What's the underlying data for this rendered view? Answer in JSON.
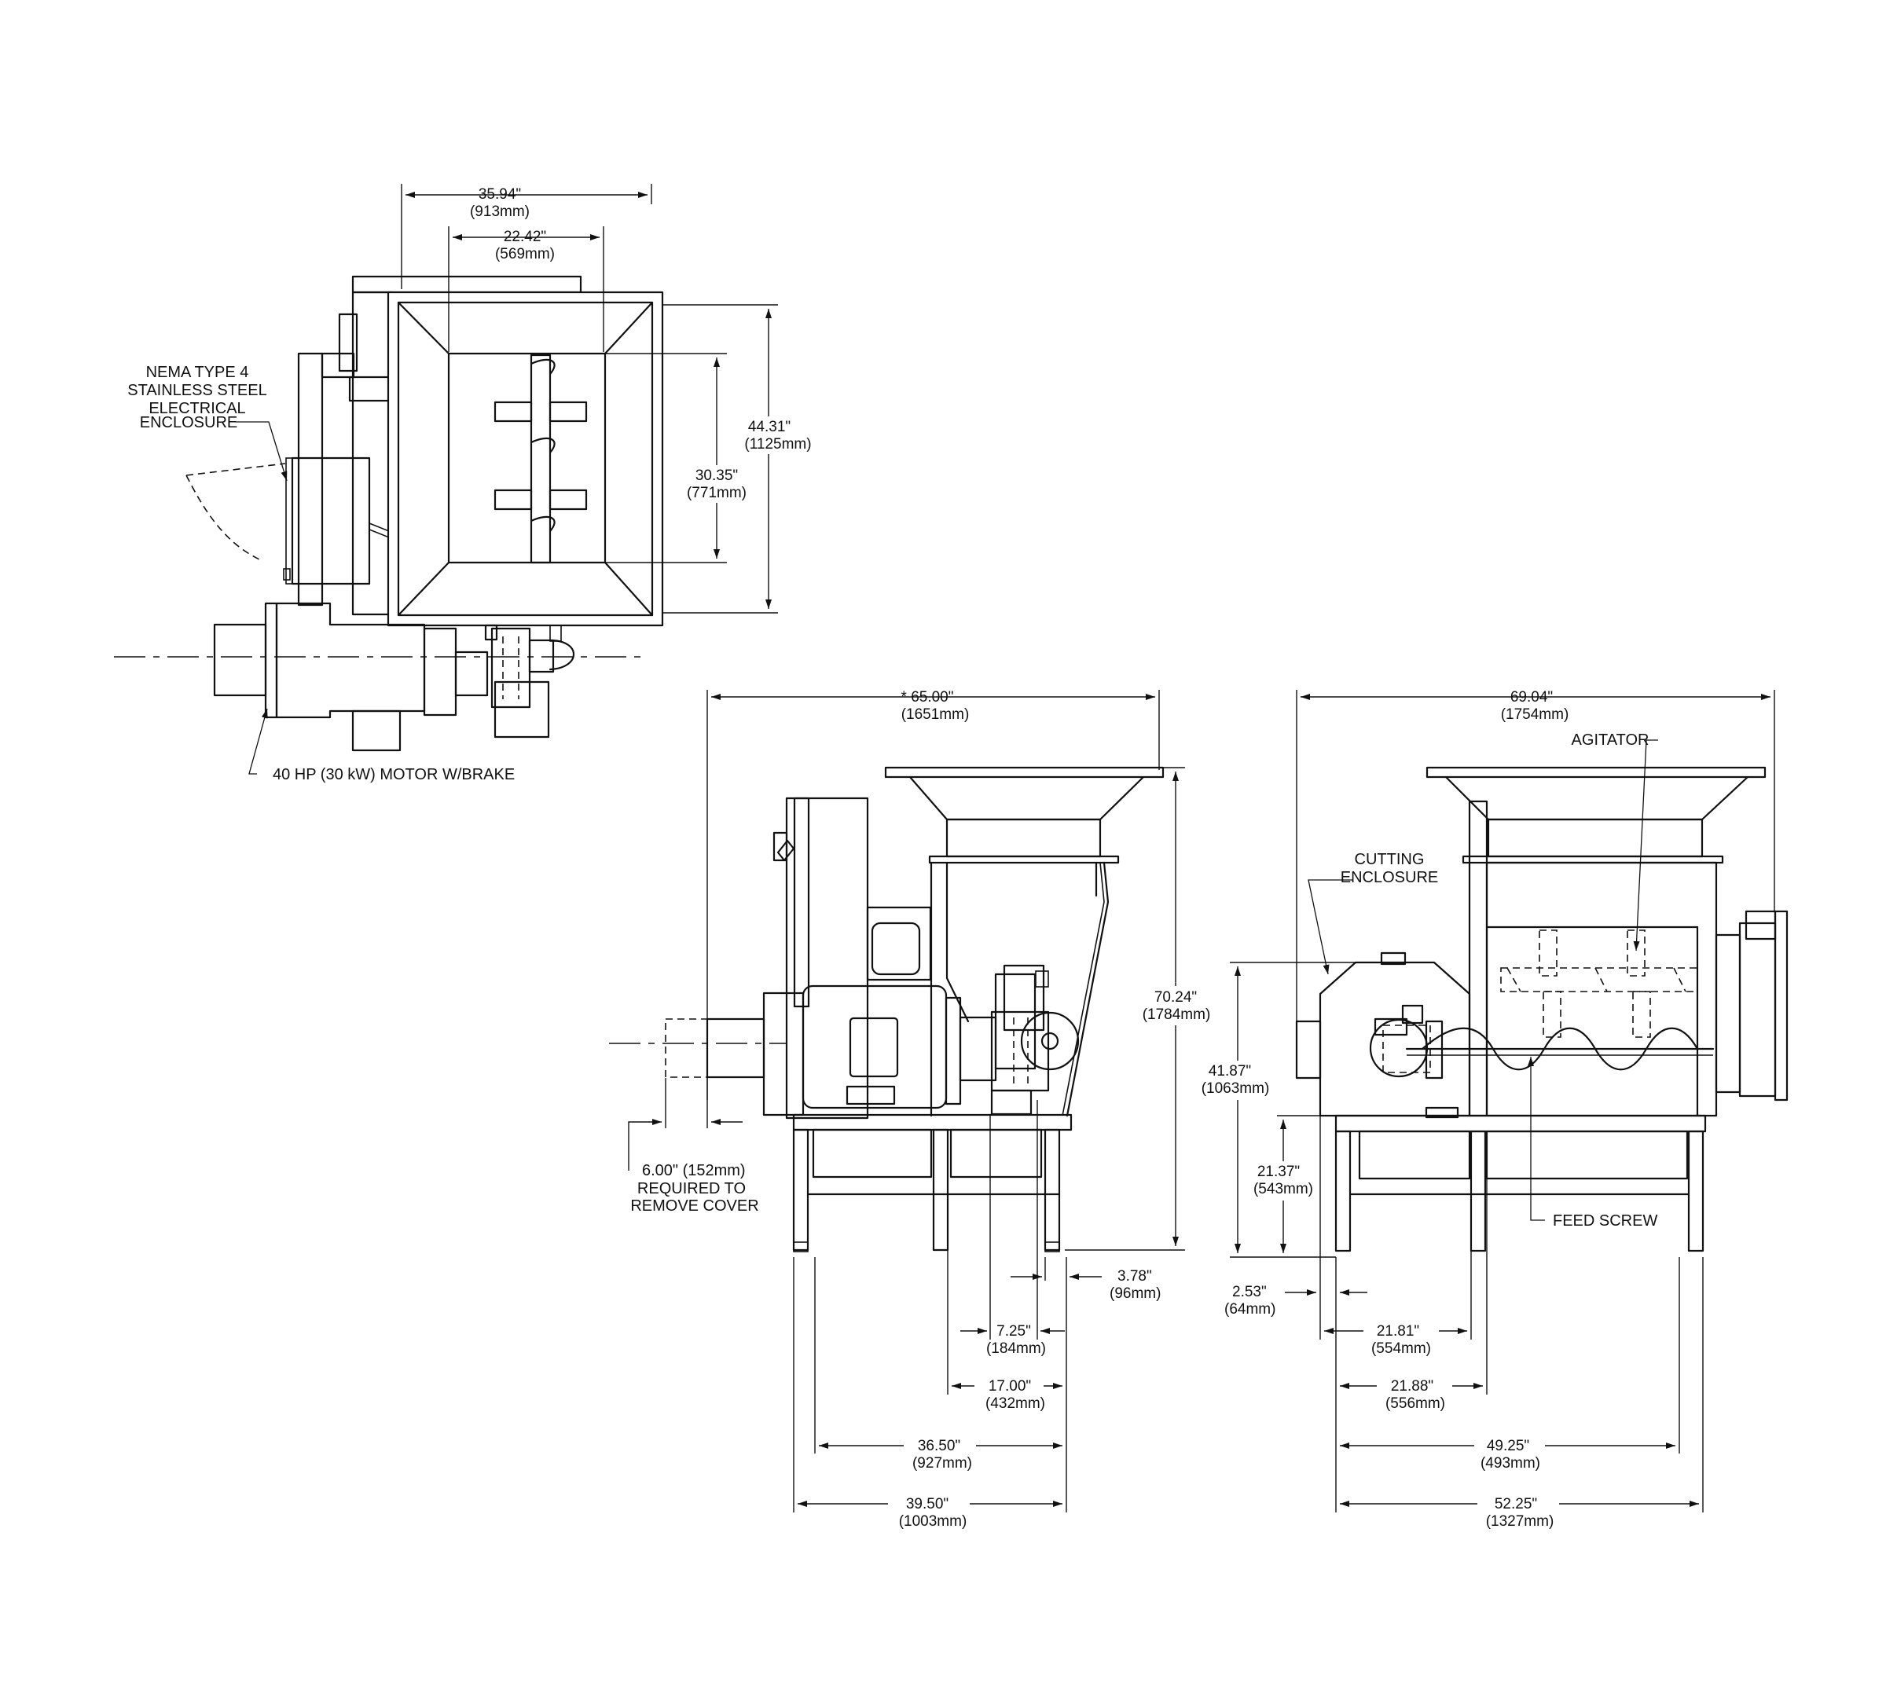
{
  "top_view": {
    "dim_overall_width": {
      "line1": "35.94\"",
      "line2": "(913mm)"
    },
    "dim_inner_width": {
      "line1": "22.42\"",
      "line2": "(569mm)"
    },
    "dim_overall_depth": {
      "line1": "44.31\"",
      "line2": "(1125mm)"
    },
    "dim_inner_depth": {
      "line1": "30.35\"",
      "line2": "(771mm)"
    },
    "enclosure_label": [
      "NEMA TYPE 4",
      "STAINLESS STEEL",
      "ELECTRICAL",
      "ENCLOSURE"
    ],
    "motor_label": "40 HP (30 kW) MOTOR W/BRAKE"
  },
  "side_view": {
    "dim_overall_length": {
      "line1": "* 65.00\"",
      "line2": "(1651mm)"
    },
    "dim_height": {
      "line1": "70.24\"",
      "line2": "(1784mm)"
    },
    "cover_note": [
      "6.00\" (152mm)",
      "REQUIRED TO",
      "REMOVE COVER"
    ],
    "dim_3_78": {
      "line1": "3.78\"",
      "line2": "(96mm)"
    },
    "dim_7_25": {
      "line1": "7.25\"",
      "line2": "(184mm)"
    },
    "dim_17_00": {
      "line1": "17.00\"",
      "line2": "(432mm)"
    },
    "dim_36_50": {
      "line1": "36.50\"",
      "line2": "(927mm)"
    },
    "dim_39_50": {
      "line1": "39.50\"",
      "line2": "(1003mm)"
    }
  },
  "end_view": {
    "dim_overall_width": {
      "line1": "69.04\"",
      "line2": "(1754mm)"
    },
    "agitator_label": "AGITATOR",
    "cutting_label": [
      "CUTTING",
      "ENCLOSURE"
    ],
    "dim_41_87": {
      "line1": "41.87\"",
      "line2": "(1063mm)"
    },
    "dim_21_37": {
      "line1": "21.37\"",
      "line2": "(543mm)"
    },
    "feed_screw_label": "FEED SCREW",
    "dim_2_53": {
      "line1": "2.53\"",
      "line2": "(64mm)"
    },
    "dim_21_81": {
      "line1": "21.81\"",
      "line2": "(554mm)"
    },
    "dim_21_88": {
      "line1": "21.88\"",
      "line2": "(556mm)"
    },
    "dim_49_25": {
      "line1": "49.25\"",
      "line2": "(493mm)"
    },
    "dim_52_25": {
      "line1": "52.25\"",
      "line2": "(1327mm)"
    }
  }
}
